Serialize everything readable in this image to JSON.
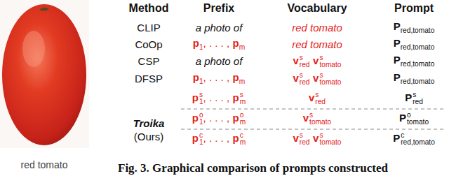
{
  "diagram": {
    "caption": "Fig. 3. Graphical comparison of prompts constructed",
    "labels": [
      "Method",
      "Prefix",
      "Vocabulary",
      "Prompt",
      "CLIP",
      "a photo of",
      "red tomato",
      "P",
      "red,tomato",
      "CoOp",
      "p",
      "1",
      ", . . . ,",
      "p",
      "m",
      "red tomato",
      "P",
      "red,tomato",
      "CSP",
      "a photo of",
      "v",
      "s",
      "red",
      "v",
      "s",
      "tomato",
      "P",
      "red,tomato",
      "DFSP",
      "p",
      "1",
      ", . . . ,",
      "p",
      "m",
      "v",
      "s",
      "red",
      "v",
      "s",
      "tomato",
      "P",
      "red,tomato",
      "Troika",
      "(Ours)",
      "p",
      "s",
      "1",
      ", . . . ,",
      "p",
      "s",
      "m",
      "v",
      "s",
      "red",
      "P",
      "s",
      "red",
      "p",
      "o",
      "1",
      ", . . . ,",
      "p",
      "o",
      "m",
      "v",
      "s",
      "tomato",
      "P",
      "o",
      "tomato",
      "p",
      "c",
      "1",
      ", . . . ,",
      "p",
      "c",
      "m",
      "v",
      "s",
      "red",
      "v",
      "s",
      "tomato",
      "P",
      "c",
      "red,tomato",
      "red tomato"
    ]
  }
}
